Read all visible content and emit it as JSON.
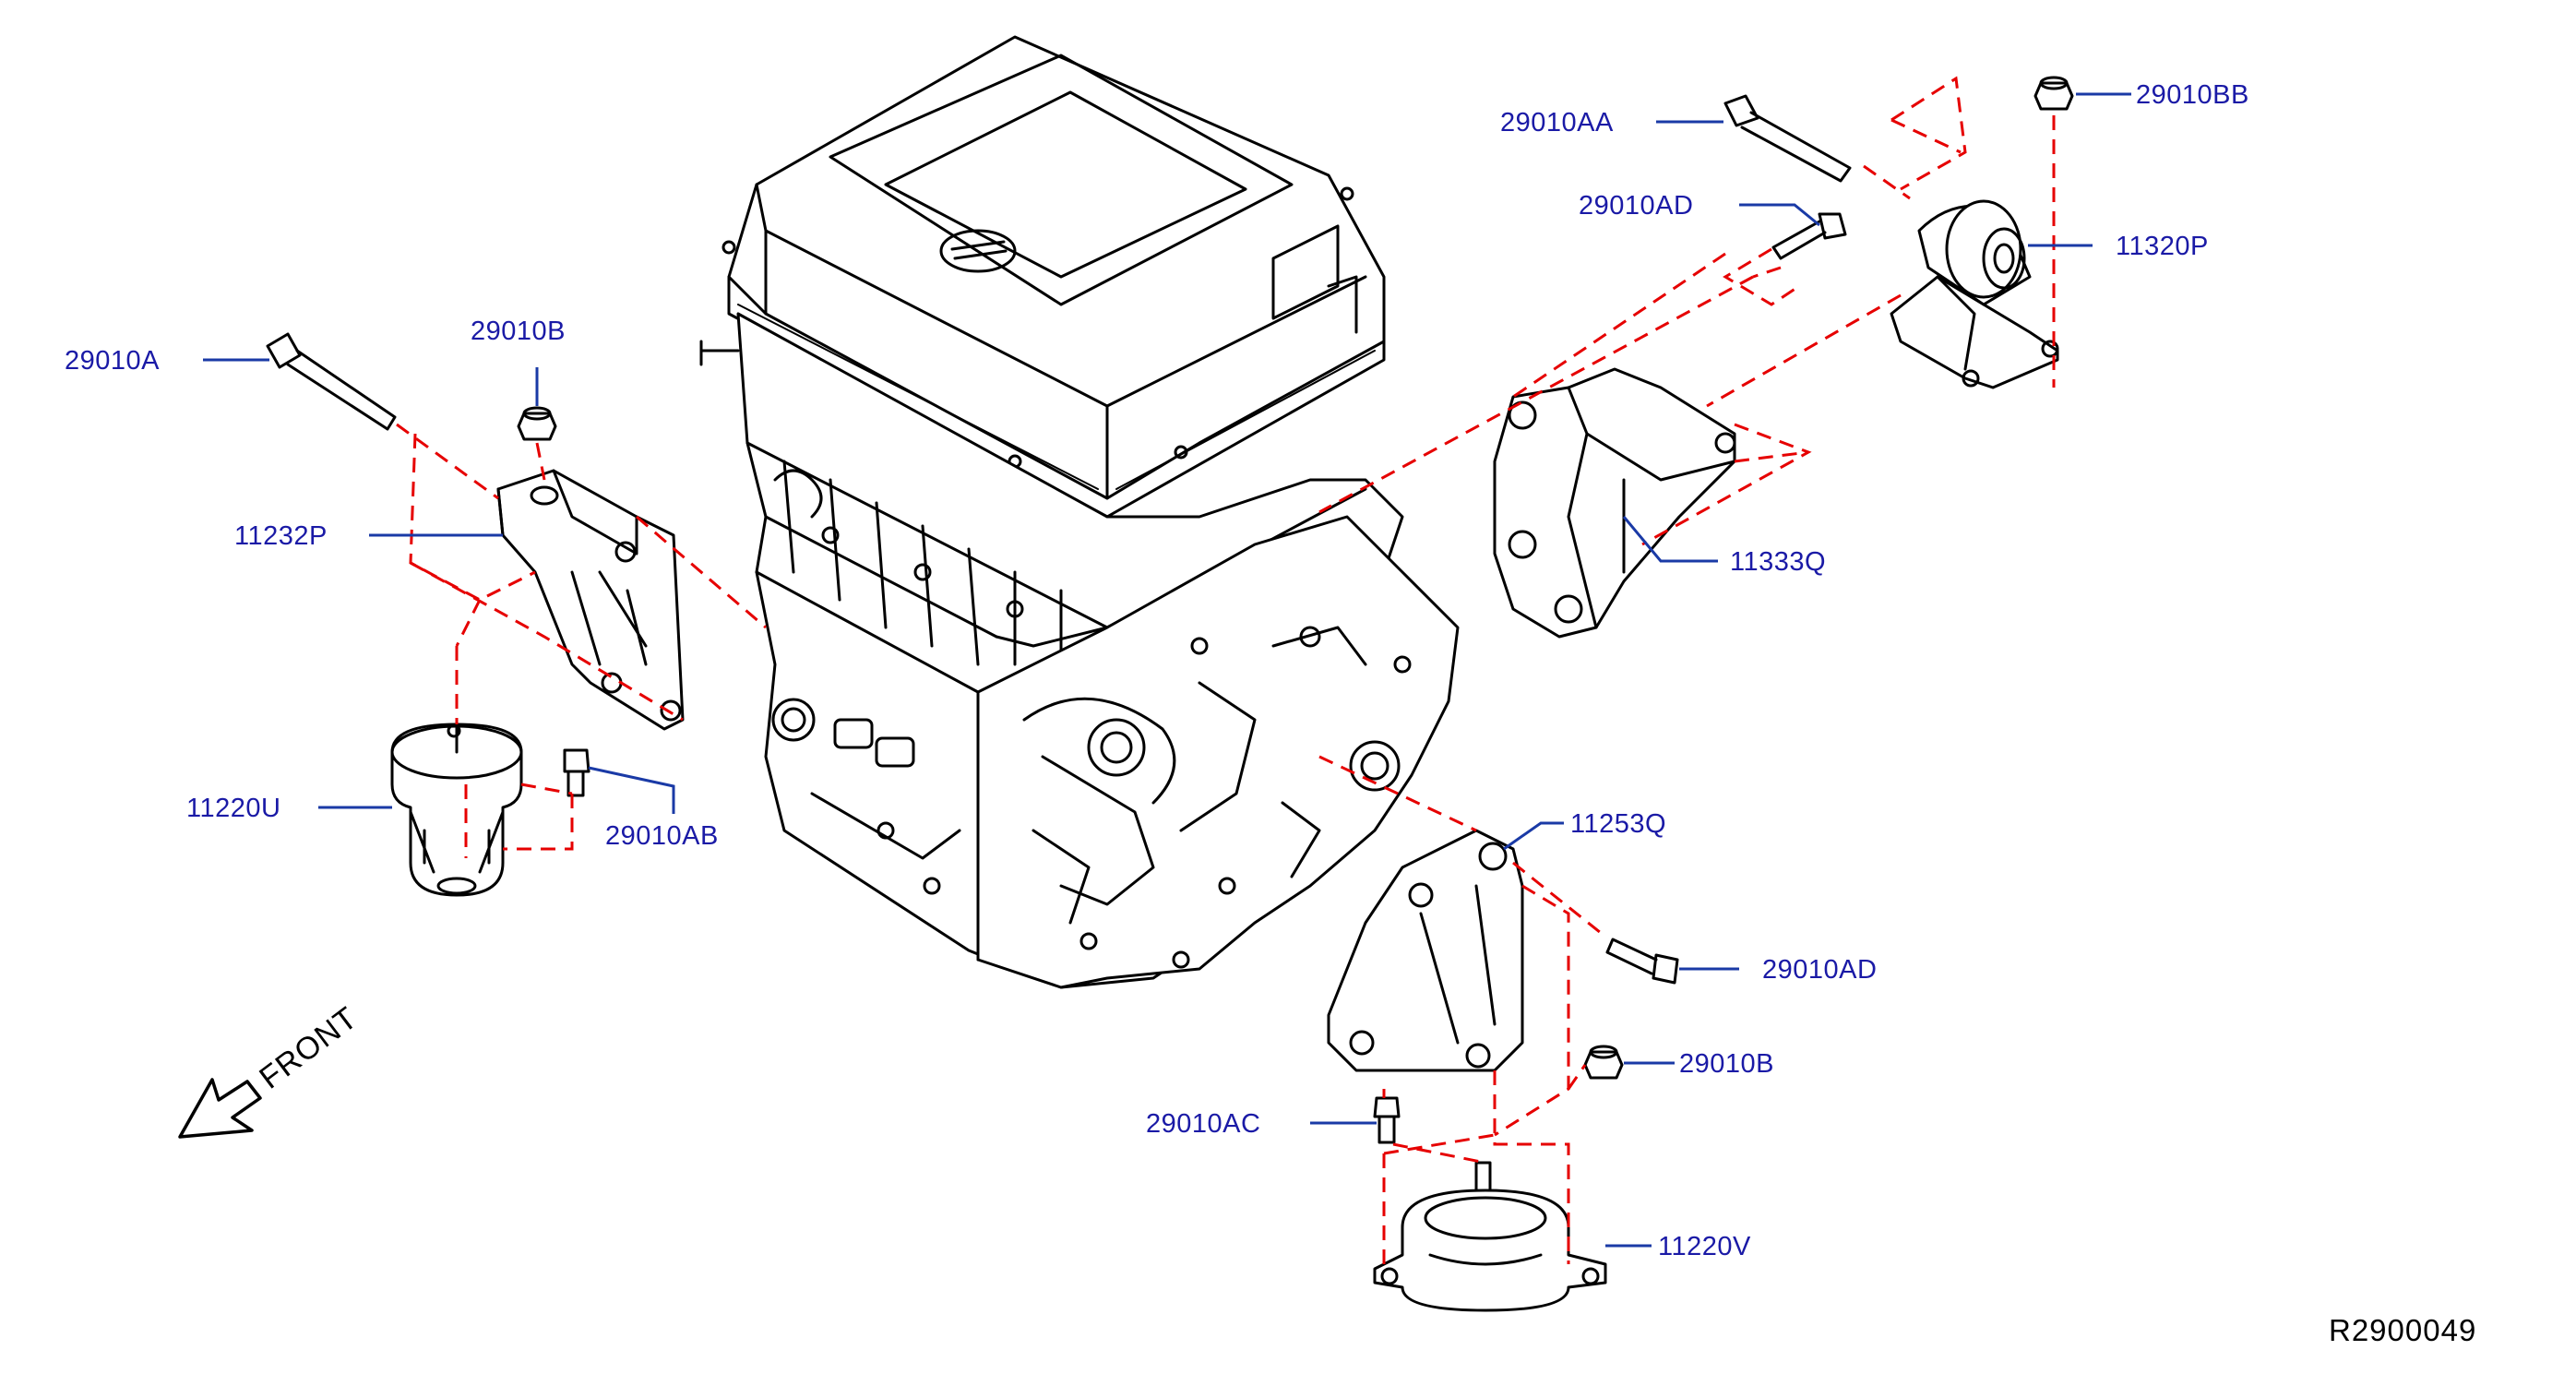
{
  "colors": {
    "line": "#000000",
    "leader": "#1a3aa6",
    "label": "#1a1aa6",
    "dash": "#e60000",
    "paper": "#ffffff"
  },
  "orientation": {
    "front_label": "FRONT"
  },
  "diagram_id": "R2900049",
  "callouts": {
    "c29010AA": "29010AA",
    "c29010BB": "29010BB",
    "c29010AD_top": "29010AD",
    "c11320P": "11320P",
    "c11333Q": "11333Q",
    "c29010A": "29010A",
    "c29010B_left": "29010B",
    "c11232P": "11232P",
    "c11220U": "11220U",
    "c29010AB": "29010AB",
    "c11253Q": "11253Q",
    "c29010AD_right": "29010AD",
    "c29010B_right": "29010B",
    "c29010AC": "29010AC",
    "c11220V": "11220V"
  }
}
